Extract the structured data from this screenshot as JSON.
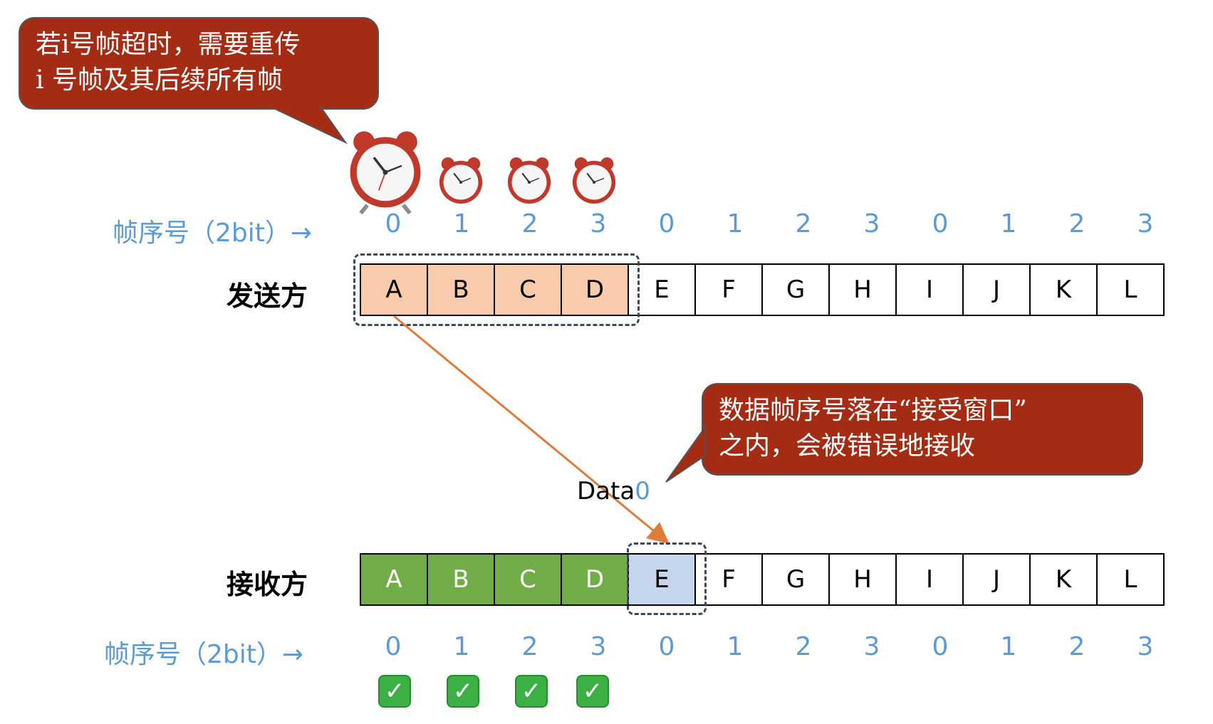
{
  "callout_top": {
    "line1": "若i号帧超时，需要重传",
    "line2": "i 号帧及其后续所有帧"
  },
  "callout_bottom": {
    "line1": "数据帧序号落在“接受窗口”",
    "line2": "之内，会被错误地接收"
  },
  "seq_label_top": "帧序号（2bit）→",
  "seq_label_bottom": "帧序号（2bit）→",
  "seq_numbers": [
    "0",
    "1",
    "2",
    "3",
    "0",
    "1",
    "2",
    "3",
    "0",
    "1",
    "2",
    "3"
  ],
  "sender_label": "发送方",
  "receiver_label": "接收方",
  "sender_frames": [
    "A",
    "B",
    "C",
    "D",
    "E",
    "F",
    "G",
    "H",
    "I",
    "J",
    "K",
    "L"
  ],
  "receiver_frames": [
    "A",
    "B",
    "C",
    "D",
    "E",
    "F",
    "G",
    "H",
    "I",
    "J",
    "K",
    "L"
  ],
  "data_label": {
    "text": "Data",
    "num": "0"
  },
  "colors": {
    "callout": "#a42b14",
    "sent_window": "#f8cbad",
    "received": "#70ad47",
    "receive_window": "#c5d6ee",
    "seq_number": "#5b9bd5",
    "arrow": "#e07b39"
  },
  "checkmark_icon": "✓",
  "checked_count": 4
}
